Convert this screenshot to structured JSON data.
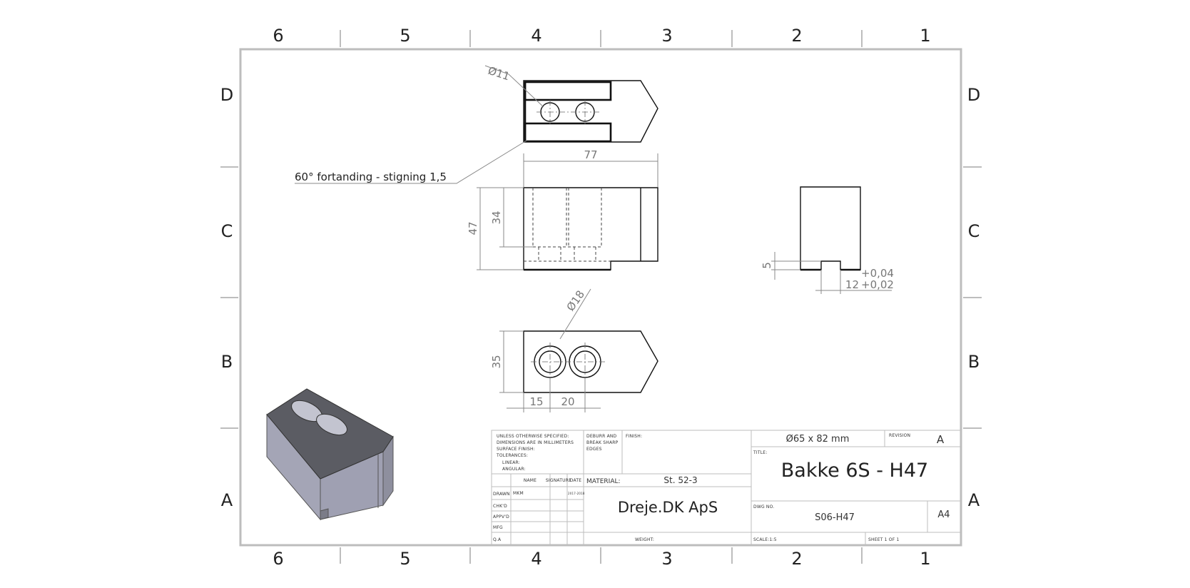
{
  "zones": {
    "columns": [
      "6",
      "5",
      "4",
      "3",
      "2",
      "1"
    ],
    "rows": [
      "D",
      "C",
      "B",
      "A"
    ]
  },
  "annotations": {
    "hole_small": "Ø11",
    "hole_large": "Ø18",
    "teeth_note": "60° fortanding - stigning 1,5",
    "length": "77",
    "height": "47",
    "depth": "34",
    "width": "35",
    "pitch_first": "15",
    "pitch_second": "20",
    "slot_depth": "5",
    "slot_width": "12",
    "tol_upper": "+0,04",
    "tol_lower": "+0,02"
  },
  "title_block": {
    "general_notes": [
      "UNLESS OTHERWISE SPECIFIED:",
      "DIMENSIONS ARE IN MILLIMETERS",
      "SURFACE FINISH:",
      "TOLERANCES:",
      "LINEAR:",
      "ANGULAR:"
    ],
    "deburr_note": [
      "DEBURR AND",
      "BREAK SHARP",
      "EDGES"
    ],
    "finish_label": "FINISH:",
    "col_headers": [
      "NAME",
      "SIGNATURE",
      "DATE"
    ],
    "roles": [
      "DRAWN",
      "CHK'D",
      "APPV'D",
      "MFG",
      "Q.A"
    ],
    "drawn_name": "MKM",
    "drawn_date": "2017-2018",
    "material_label": "MATERIAL:",
    "material_value": "St. 52-3",
    "company": "Dreje.DK ApS",
    "weight_label": "WEIGHT:",
    "size_spec": "Ø65 x 82 mm",
    "revision_label": "REVISION",
    "revision_value": "A",
    "title_label": "TITLE:",
    "title_value": "Bakke 6S - H47",
    "dwg_label": "DWG NO.",
    "dwg_value": "S06-H47",
    "sheet_size": "A4",
    "scale_label": "SCALE:1:5",
    "sheet_label": "SHEET 1 OF 1"
  }
}
